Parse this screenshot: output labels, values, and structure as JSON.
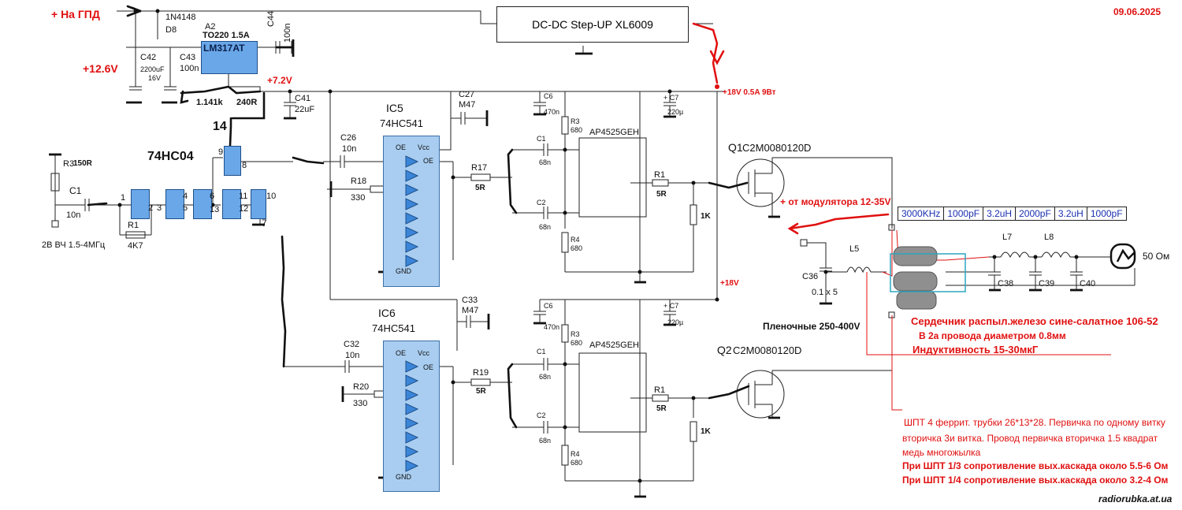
{
  "date": "09.06.2025",
  "watermark": "radiorubka.at.ua",
  "power": {
    "gpd": "+ На ГПД",
    "v126": "+12.6V",
    "v72": "+7.2V",
    "v18a": "+18V 0.5A 9Вт",
    "v18b": "+18V",
    "dcdc": "DC-DC Step-UP XL6009"
  },
  "top_parts": {
    "d8_type": "1N4148",
    "d8": "D8",
    "a2": "A2",
    "a2_pkg": "TO220 1.5A",
    "reg": "LM317AT",
    "c44": "C44",
    "c44_val": "100n",
    "c42": "C42",
    "c42_val": "2200uF",
    "c42_v": "16V",
    "c43": "C43",
    "c43_val": "100n",
    "r_a": "1.141k",
    "r_b": "240R",
    "c41": "C41",
    "c41_val": "22uF",
    "pin14": "14"
  },
  "input": {
    "r3": "R3",
    "r3_val": "150R",
    "c1": "C1",
    "c1_val": "10n",
    "label": "2В ВЧ 1.5-4МГц",
    "r1": "R1",
    "r1_val": "4K7",
    "gate_ic": "74HC04",
    "pins": [
      "1",
      "2",
      "3",
      "4",
      "5",
      "6",
      "13",
      "11",
      "12",
      "10",
      "9",
      "8",
      "7"
    ]
  },
  "ic5": {
    "name": "IC5",
    "type": "74HC541",
    "c26": "C26",
    "c26_val": "10n",
    "r18": "R18",
    "r18_val": "330",
    "c27": "C27",
    "c27_val": "M47",
    "r17": "R17",
    "r17_val": "5R",
    "oe": "OE",
    "vcc": "Vcc",
    "gnd": "GND"
  },
  "ic6": {
    "name": "IC6",
    "type": "74HC541",
    "c32": "C32",
    "c32_val": "10n",
    "r20": "R20",
    "r20_val": "330",
    "c33": "C33",
    "c33_val": "M47",
    "r19": "R19",
    "r19_val": "5R",
    "oe": "OE",
    "vcc": "Vcc",
    "gnd": "GND"
  },
  "driver": {
    "c6": "C6",
    "c6_val": "470n",
    "r3": "R3",
    "r3_val": "680",
    "c1": "C1",
    "c1_val": "68n",
    "c2": "C2",
    "c2_val": "68n",
    "r4": "R4",
    "r4_val": "680",
    "ic": "AP4525GEH",
    "c7": "+ C7",
    "c7_val": "220µ",
    "r1": "R1",
    "r1_val": "5R",
    "r_gnd": "1K"
  },
  "q1": {
    "name": "Q1",
    "type": "C2M0080120D"
  },
  "q2": {
    "name": "Q2",
    "type": "C2M0080120D"
  },
  "modulator": "+ от модулятора 12-35V",
  "output": {
    "c36": "C36",
    "c36_val": "0.1 x 5",
    "film": "Пленочные 250-400V",
    "l5": "L5",
    "l7": "L7",
    "l8": "L8",
    "c38": "C38",
    "c39": "C39",
    "c40": "C40",
    "load": "50 Ом",
    "table": [
      "3000KHz",
      "1000pF",
      "3.2uH",
      "2000pF",
      "3.2uH",
      "1000pF"
    ]
  },
  "notes": {
    "core1": "Сердечник распыл.железо сине-салатное 106-52",
    "core2": "В 2а провода диаметром 0.8мм",
    "core3": "Индуктивность 15-30мкГ",
    "shpt1": "ШПТ 4 феррит. трубки 26*13*28. Первичка по одному витку",
    "shpt2": "вторичка 3и витка. Провод первичка вторичка 1.5 квадрат",
    "shpt3": "медь многожылка",
    "shpt4": "При ШПТ 1/3 сопротивление вых.каскада около 5.5-6 Ом",
    "shpt5": "При ШПТ 1/4 сопротивление вых.каскада около 3.2-4 Ом"
  },
  "colors": {
    "red": "#e01010",
    "chip": "#a9cdf0",
    "gate": "#6aa7e8",
    "table_text": "#1a2fb0"
  }
}
